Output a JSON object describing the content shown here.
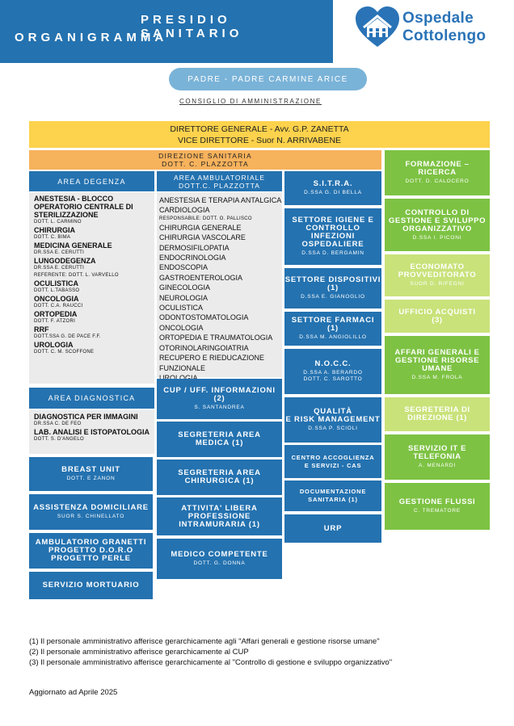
{
  "header": {
    "title1": "PRESIDIO SANITARIO",
    "title2": "ORGANIGRAMMA",
    "logo_line1": "Ospedale",
    "logo_line2": "Cottolengo"
  },
  "padre": "PADRE - PADRE CARMINE ARICE",
  "consiglio": "CONSIGLIO DI AMMINISTRAZIONE",
  "direttore": {
    "line1": "DIRETTORE GENERALE - Avv. G.P. ZANETTA",
    "line2": "VICE DIRETTORE - Suor N. ARRIVABENE"
  },
  "direzione_sanitaria": {
    "line1": "DIREZIONE SANITARIA",
    "line2": "DOTT. C. PLAZZOTTA"
  },
  "area_degenza": {
    "title": "AREA DEGENZA",
    "rows": [
      {
        "t": "ANESTESIA - BLOCCO",
        "s": "b"
      },
      {
        "t": "OPERATORIO  CENTRALE DI",
        "s": "b"
      },
      {
        "t": "STERILIZZAZIONE",
        "s": "b"
      },
      {
        "t": "DOTT. L. CARMINO",
        "s": "s"
      },
      {
        "t": "CHIRURGIA",
        "s": "b"
      },
      {
        "t": "DOTT. C. BIMA",
        "s": "s"
      },
      {
        "t": "MEDICINA GENERALE",
        "s": "b"
      },
      {
        "t": "DR.SSA E. CERUTTI",
        "s": "s"
      },
      {
        "t": "LUNGODEGENZA",
        "s": "b"
      },
      {
        "t": "DR.SSA E. CERUTTI",
        "s": "s"
      },
      {
        "t": "REFERENTE: DOTT. L. VARVELLO",
        "s": "s"
      },
      {
        "t": "OCULISTICA",
        "s": "b"
      },
      {
        "t": "DOTT. L.TABASSO",
        "s": "s"
      },
      {
        "t": "ONCOLOGIA",
        "s": "b"
      },
      {
        "t": "DOTT. C.A. RAUCCI",
        "s": "s"
      },
      {
        "t": "ORTOPEDIA",
        "s": "b"
      },
      {
        "t": "DOTT. F. ATZORI",
        "s": "s"
      },
      {
        "t": "RRF",
        "s": "b"
      },
      {
        "t": "DOTT.SSA G. DE PACE F.F.",
        "s": "s"
      },
      {
        "t": "UROLOGIA",
        "s": "b"
      },
      {
        "t": "DOTT. C. M. SCOFFONE",
        "s": "s"
      }
    ]
  },
  "area_diagnostica": {
    "title": "AREA DIAGNOSTICA",
    "rows": [
      {
        "t": "DIAGNOSTICA PER IMMAGINI",
        "s": "b"
      },
      {
        "t": "DR.SSA C. DE FEO",
        "s": "s"
      },
      {
        "t": "LAB. ANALISI E ISTOPATOLOGIA",
        "s": "b"
      },
      {
        "t": "DOTT. S. D'ANGELO",
        "s": "s"
      }
    ]
  },
  "col1_boxes": [
    {
      "title": "BREAST UNIT",
      "sub": "DOTT. E ZANON"
    },
    {
      "title": "ASSISTENZA DOMICILIARE",
      "sub": "SUOR S. CHINELLATO"
    },
    {
      "title": "AMBULATORIO GRANETTI\nPROGETTO D.O.R.O\nPROGETTO PERLE",
      "sub": ""
    },
    {
      "title": "SERVIZIO MORTUARIO",
      "sub": ""
    }
  ],
  "area_ambulatoriale": {
    "title1": "AREA AMBULATORIALE",
    "title2": "DOTT.C. PLAZZOTTA",
    "rows": [
      {
        "t": "ANESTESIA E TERAPIA ANTALGICA",
        "s": "n"
      },
      {
        "t": "CARDIOLOGIA",
        "s": "n"
      },
      {
        "t": "RESPONSABILE: DOTT. O. PALLISCO",
        "s": "s"
      },
      {
        "t": "CHIRURGIA GENERALE",
        "s": "n"
      },
      {
        "t": "CHIRURGIA VASCOLARE",
        "s": "n"
      },
      {
        "t": "DERMOSIFILOPATIA",
        "s": "n"
      },
      {
        "t": "ENDOCRINOLOGIA",
        "s": "n"
      },
      {
        "t": "ENDOSCOPIA",
        "s": "n"
      },
      {
        "t": "GASTROENTEROLOGIA",
        "s": "n"
      },
      {
        "t": "GINECOLOGIA",
        "s": "n"
      },
      {
        "t": "NEUROLOGIA",
        "s": "n"
      },
      {
        "t": "OCULISTICA",
        "s": "n"
      },
      {
        "t": "ODONTOSTOMATOLOGIA",
        "s": "n"
      },
      {
        "t": "ONCOLOGIA",
        "s": "n"
      },
      {
        "t": "ORTOPEDIA E TRAUMATOLOGIA",
        "s": "n"
      },
      {
        "t": "OTORINOLARINGOIATRIA",
        "s": "n"
      },
      {
        "t": "RECUPERO E RIEDUCAZIONE",
        "s": "n"
      },
      {
        "t": "FUNZIONALE",
        "s": "n"
      },
      {
        "t": "UROLOGIA",
        "s": "n"
      }
    ]
  },
  "col2_boxes": [
    {
      "title": "CUP / UFF. INFORMAZIONI\n(2)",
      "sub": "S. SANTANDREA"
    },
    {
      "title": "SEGRETERIA AREA\nMEDICA (1)",
      "sub": ""
    },
    {
      "title": "SEGRETERIA AREA\nCHIRURGICA (1)",
      "sub": ""
    },
    {
      "title": "ATTIVITA' LIBERA\nPROFESSIONE\nINTRAMURARIA (1)",
      "sub": ""
    },
    {
      "title": "MEDICO COMPETENTE",
      "sub": "DOTT. G. DONNA"
    }
  ],
  "col3_boxes": [
    {
      "title": "S.I.T.R.A.",
      "sub": "D.SSA G. DI BELLA"
    },
    {
      "title": "SETTORE IGIENE E\nCONTROLLO\nINFEZIONI\nOSPEDALIERE",
      "sub": "D.SSA D. BERGAMIN"
    },
    {
      "title": "SETTORE DISPOSITIVI\n(1)",
      "sub": "D.SSA E. GIANOGLIO"
    },
    {
      "title": "SETTORE FARMACI (1)",
      "sub": "D.SSA M. ANGIOLILLO"
    },
    {
      "title": "N.O.C.C.",
      "sub": "D.SSA A. BERARDO\nDOTT. C. SAROTTO"
    },
    {
      "title": "QUALITÀ\nE RISK MANAGEMENT",
      "sub": "D.SSA P. SCIOLI"
    },
    {
      "title": "CENTRO ACCOGLIENZA\nE SERVIZI - CAS",
      "sub": ""
    },
    {
      "title": "DOCUMENTAZIONE\nSANITARIA (1)",
      "sub": ""
    },
    {
      "title": "URP",
      "sub": ""
    }
  ],
  "col4_boxes": [
    {
      "title": "FORMAZIONE –\nRICERCA",
      "sub": "DOTT. D. CALOCERO"
    },
    {
      "title": "CONTROLLO DI\nGESTIONE E SVILUPPO\nORGANIZZATIVO",
      "sub": "D.SSA I. PICONI"
    },
    {
      "title": "ECONOMATO\nPROVVEDITORATO",
      "sub": "SUOR D. RIFEGNI"
    },
    {
      "title": "UFFICIO ACQUISTI\n(3)",
      "sub": ""
    },
    {
      "title": "AFFARI GENERALI E\nGESTIONE RISORSE\nUMANE",
      "sub": "D.SSA M. FROLA"
    },
    {
      "title": "SEGRETERIA DI\nDIREZIONE (1)",
      "sub": ""
    },
    {
      "title": "SERVIZIO IT E\nTELEFONIA",
      "sub": "A. MENARDI"
    },
    {
      "title": "GESTIONE FLUSSI",
      "sub": "C. TREMATORE"
    }
  ],
  "footnotes": [
    "(1)  Il personale amministrativo afferisce gerarchicamente agli \"Affari generali e gestione risorse umane\"",
    "(2)  Il personale amministrativo afferisce gerarchicamente al CUP",
    "(3)  Il personale amministrativo afferisce gerarchicamente al \"Controllo di gestione e sviluppo organizzativo\""
  ],
  "updated": "Aggiornato ad Aprile 2025",
  "colors": {
    "blue": "#2472b0",
    "green": "#7dc243",
    "light_green": "#c9e27a",
    "yellow": "#fdd24c",
    "orange": "#f7b25c",
    "gray": "#ebebeb",
    "pill": "#7ab3d8"
  }
}
